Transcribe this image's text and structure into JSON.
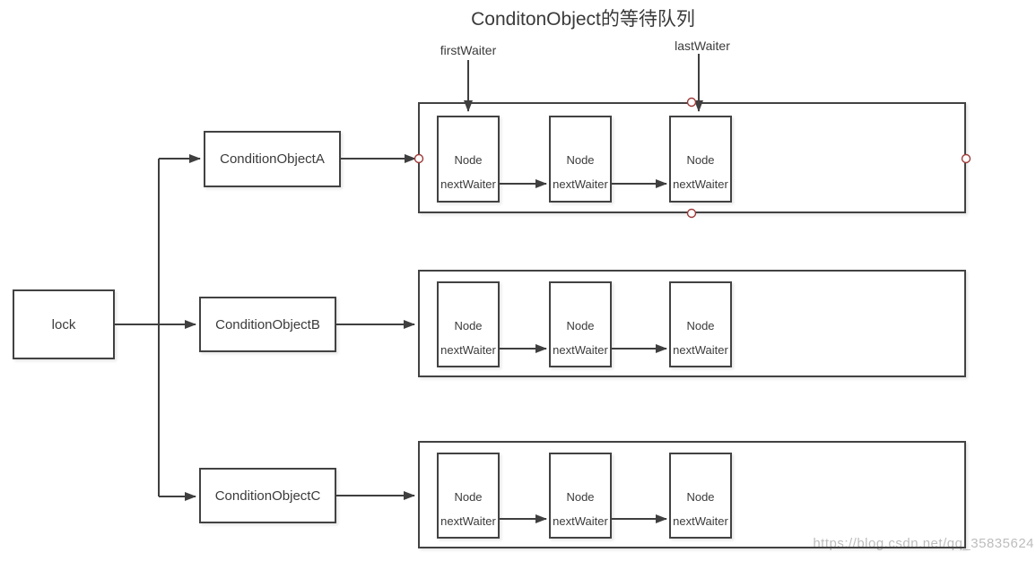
{
  "title": "ConditonObject的等待队列",
  "pointers": {
    "first_waiter": "firstWaiter",
    "last_waiter": "lastWaiter"
  },
  "lock_label": "lock",
  "conditions": [
    {
      "label": "ConditionObjectA"
    },
    {
      "label": "ConditionObjectB"
    },
    {
      "label": "ConditionObjectC"
    }
  ],
  "queues": [
    {
      "owner": "ConditionObjectA",
      "nodes": [
        {
          "type": "Node",
          "pointer_field": "nextWaiter"
        },
        {
          "type": "Node",
          "pointer_field": "nextWaiter"
        },
        {
          "type": "Node",
          "pointer_field": "nextWaiter"
        }
      ]
    },
    {
      "owner": "ConditionObjectB",
      "nodes": [
        {
          "type": "Node",
          "pointer_field": "nextWaiter"
        },
        {
          "type": "Node",
          "pointer_field": "nextWaiter"
        },
        {
          "type": "Node",
          "pointer_field": "nextWaiter"
        }
      ]
    },
    {
      "owner": "ConditionObjectC",
      "nodes": [
        {
          "type": "Node",
          "pointer_field": "nextWaiter"
        },
        {
          "type": "Node",
          "pointer_field": "nextWaiter"
        },
        {
          "type": "Node",
          "pointer_field": "nextWaiter"
        }
      ]
    }
  ],
  "watermark": "https://blog.csdn.net/qq_35835624",
  "colors": {
    "line": "#3f3f3f",
    "text": "#3b3b3b",
    "connection_point_stroke": "#9e3a3a",
    "watermark": "#b2b2b2"
  }
}
